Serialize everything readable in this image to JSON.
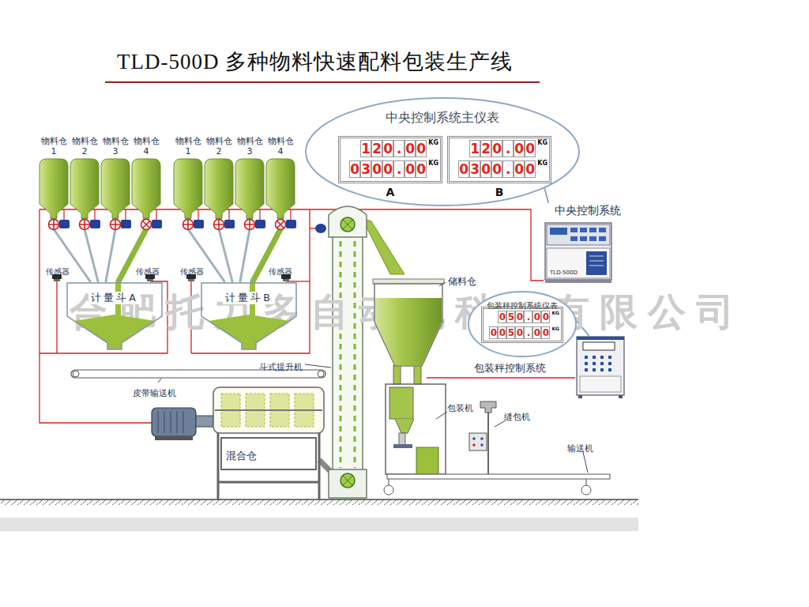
{
  "diagram": {
    "title": "TLD-500D 多种物料快速配料包装生产线",
    "nodes": [
      {
        "text": [
          "物料仓 1"
        ]
      },
      {
        "text": [
          "物料仓 2"
        ]
      },
      {
        "text": [
          "物料仓 3"
        ]
      },
      {
        "text": [
          "物料仓 4"
        ]
      },
      {
        "text": [
          "物料仓 1"
        ]
      },
      {
        "text": [
          "物料仓 2"
        ]
      },
      {
        "text": [
          "物料仓 3"
        ]
      },
      {
        "text": [
          "物料仓 4"
        ]
      },
      {
        "text": [
          "计量斗A"
        ]
      },
      {
        "text": [
          "计量斗B"
        ]
      },
      {
        "text": [
          "混合仓"
        ]
      },
      {
        "text": [
          "储料仓"
        ]
      },
      {
        "text": [
          "中央控制系统主仪表"
        ]
      },
      {
        "text": [
          "120.00",
          "KG",
          "0300.00",
          "KG",
          "A"
        ],
        "in": 12
      },
      {
        "text": [
          "120.00",
          "KG",
          "0300.00",
          "KG",
          "B"
        ],
        "in": 12
      },
      {
        "text": [
          "中央控制系统",
          "TLD-500D"
        ]
      },
      {
        "text": [
          "包装秤控制系统仪表"
        ]
      },
      {
        "text": [
          "050.00",
          "KG",
          "0050.00",
          "KG"
        ],
        "in": 16
      },
      {
        "text": [
          "包装秤控制系统"
        ]
      }
    ],
    "edges": [
      {
        "from": 0,
        "to": 8,
        "arrow": "none"
      },
      {
        "from": 1,
        "to": 8,
        "arrow": "none"
      },
      {
        "from": 2,
        "to": 8,
        "arrow": "none"
      },
      {
        "from": 3,
        "to": 8,
        "arrow": "none"
      },
      {
        "from": 4,
        "to": 9,
        "arrow": "none"
      },
      {
        "from": 5,
        "to": 9,
        "arrow": "none"
      },
      {
        "from": 6,
        "to": 9,
        "arrow": "none"
      },
      {
        "from": 7,
        "to": 9,
        "arrow": "none"
      },
      {
        "from": 12,
        "to": 15,
        "arrow": "none"
      },
      {
        "from": 16,
        "to": 18,
        "arrow": "none"
      }
    ],
    "labels": [
      "传感器",
      "传感器",
      "传感器",
      "传感器",
      "皮带输送机",
      "斗式提升机",
      "包装机",
      "缝包机",
      "输送机",
      "合肥托力多自动化科技有限公司"
    ]
  }
}
